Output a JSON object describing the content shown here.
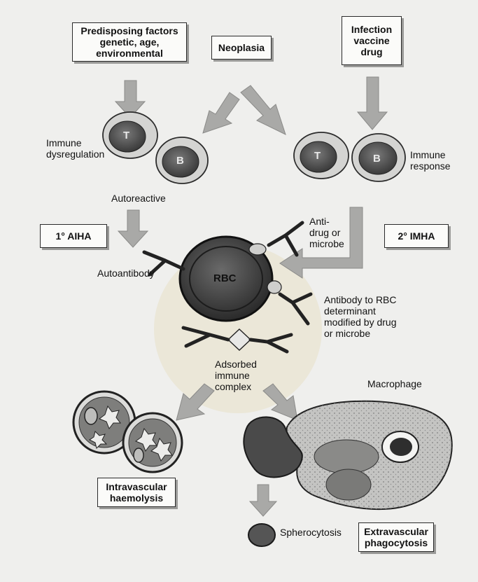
{
  "boxes": {
    "predisposing": [
      "Predisposing factors",
      "genetic, age,",
      "environmental"
    ],
    "neoplasia": "Neoplasia",
    "infection": [
      "Infection",
      "vaccine",
      "drug"
    ],
    "primary_aiha": "1° AIHA",
    "secondary_imha": "2° IMHA",
    "intravascular": [
      "Intravascular",
      "haemolysis"
    ],
    "extravascular": [
      "Extravascular",
      "phagocytosis"
    ]
  },
  "labels": {
    "immune_dysregulation": [
      "Immune",
      "dysregulation"
    ],
    "immune_response": [
      "Immune",
      "response"
    ],
    "autoreactive": "Autoreactive",
    "autoantibody": "Autoantibody",
    "anti_drug": [
      "Anti-",
      "drug or",
      "microbe"
    ],
    "antibody_rbc": [
      "Antibody to RBC",
      "determinant",
      "modified by drug",
      "or microbe"
    ],
    "adsorbed": [
      "Adsorbed",
      "immune",
      "complex"
    ],
    "macrophage": "Macrophage",
    "spherocytosis": "Spherocytosis"
  },
  "cells": {
    "t_cell": "T",
    "b_cell": "B",
    "rbc": "RBC"
  },
  "colors": {
    "ink": "#111111",
    "arrow": "#a9a9a7",
    "cell_dark": "#4a4a4a",
    "macrophage": "#c4c4c2"
  }
}
